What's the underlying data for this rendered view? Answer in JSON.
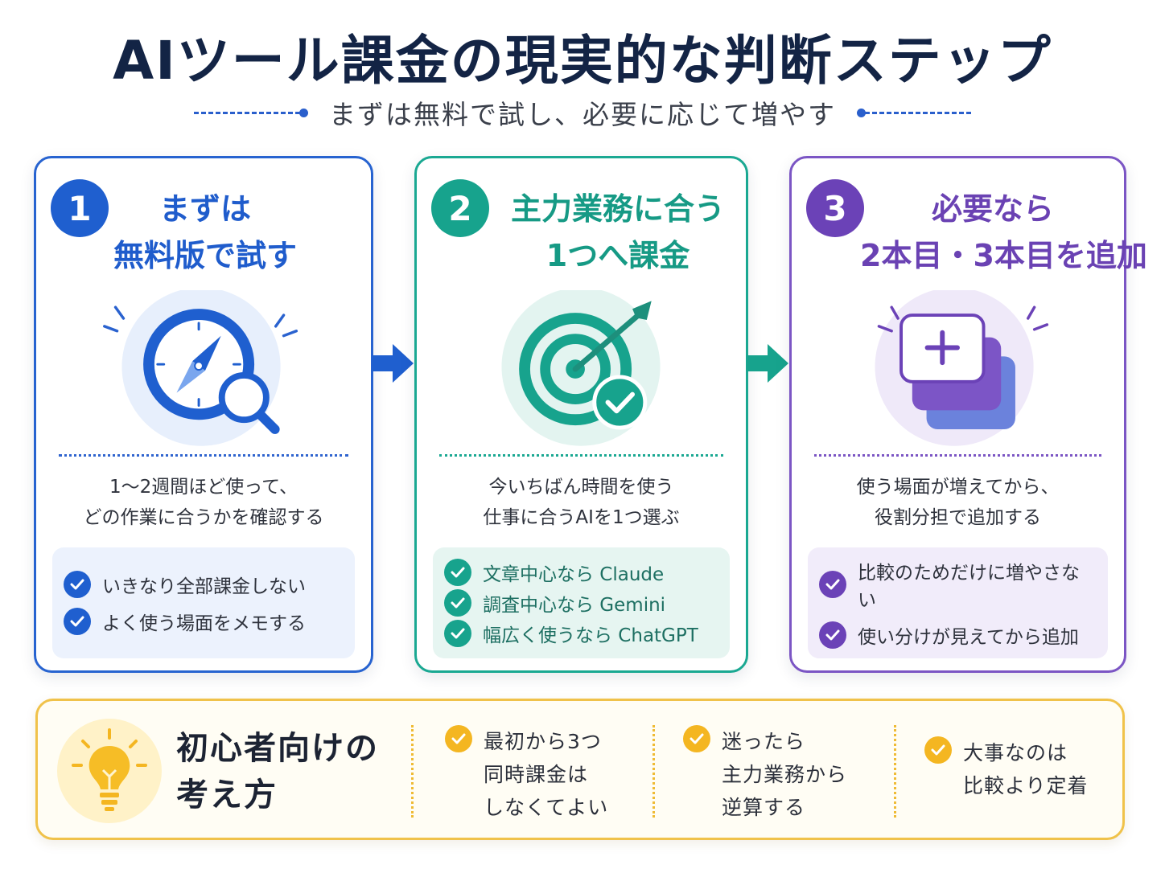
{
  "title": "AIツール課金の現実的な判断ステップ",
  "subtitle": "まずは無料で試し、必要に応じて増やす",
  "colors": {
    "step1": "#1f5fcf",
    "step2": "#17a38d",
    "step3": "#6b42b7",
    "tips": "#f4b621"
  },
  "steps": [
    {
      "number": "1",
      "title_lines": [
        "まずは",
        "無料版で試す"
      ],
      "icon": "compass-search-icon",
      "desc_lines": [
        "1〜2週間ほど使って、",
        "どの作業に合うかを確認する"
      ],
      "checks": [
        "いきなり全部課金しない",
        "よく使う場面をメモする"
      ]
    },
    {
      "number": "2",
      "title_lines": [
        "主力業務に合う",
        "1つへ課金"
      ],
      "icon": "target-check-icon",
      "desc_lines": [
        "今いちばん時間を使う",
        "仕事に合うAIを1つ選ぶ"
      ],
      "checks": [
        "文章中心なら Claude",
        "調査中心なら Gemini",
        "幅広く使うなら ChatGPT"
      ]
    },
    {
      "number": "3",
      "title_lines": [
        "必要なら",
        "2本目・3本目を追加"
      ],
      "icon": "stacked-add-icon",
      "desc_lines": [
        "使う場面が増えてから、",
        "役割分担で追加する"
      ],
      "checks": [
        "比較のためだけに増やさない",
        "使い分けが見えてから追加"
      ]
    }
  ],
  "tips": {
    "title_lines": [
      "初心者向けの",
      "考え方"
    ],
    "icon": "lightbulb-icon",
    "items": [
      [
        "最初から3つ",
        "同時課金は",
        "しなくてよい"
      ],
      [
        "迷ったら",
        "主力業務から",
        "逆算する"
      ],
      [
        "大事なのは",
        "比較より定着"
      ]
    ]
  }
}
